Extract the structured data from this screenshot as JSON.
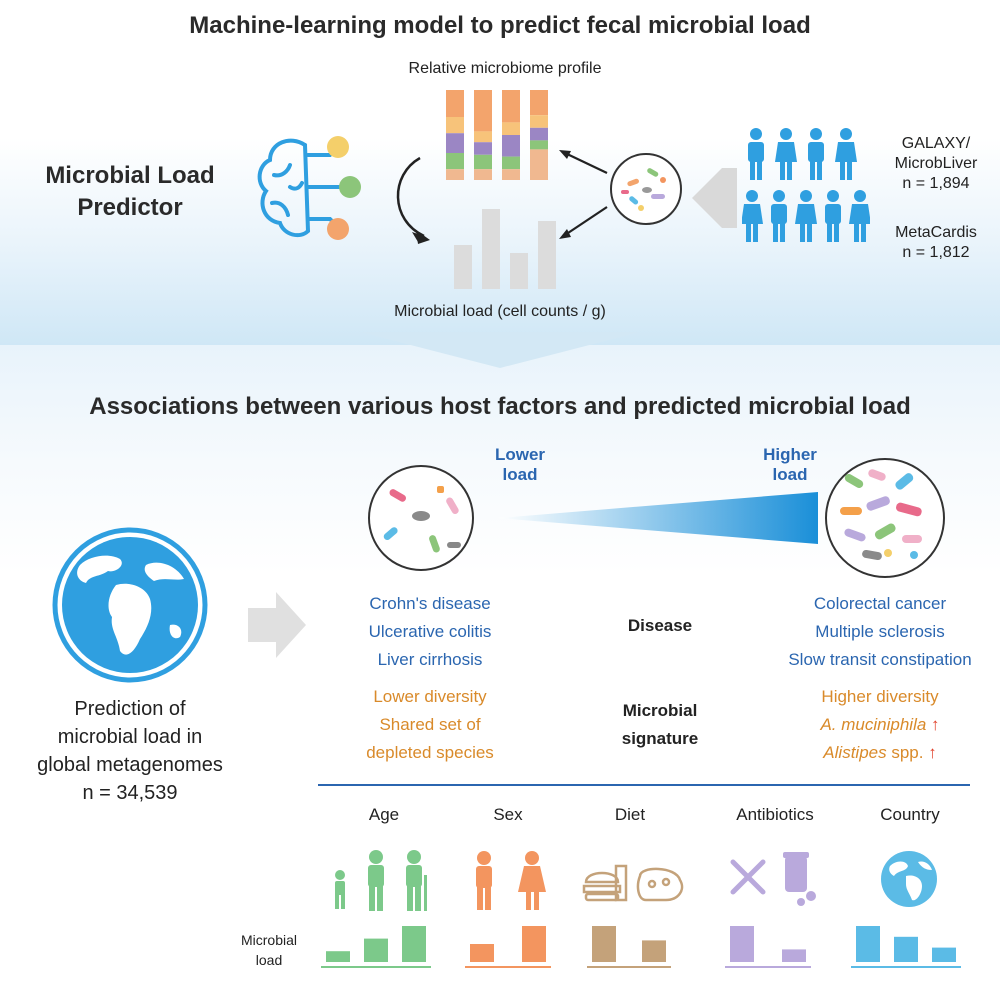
{
  "top": {
    "title": "Machine-learning model to predict fecal microbial load",
    "predictor_line1": "Microbial Load",
    "predictor_line2": "Predictor",
    "relative_profile_label": "Relative microbiome profile",
    "microbial_load_label": "Microbial load (cell counts / g)",
    "cohort1_line1": "GALAXY/",
    "cohort1_line2": "MicrobLiver",
    "cohort1_n": "n = 1,894",
    "cohort2_line1": "MetaCardis",
    "cohort2_n": "n = 1,812"
  },
  "bottom": {
    "title": "Associations between various host factors and predicted microbial load",
    "lower_load_line1": "Lower",
    "lower_load_line2": "load",
    "higher_load_line1": "Higher",
    "higher_load_line2": "load",
    "global_line1": "Prediction of",
    "global_line2": "microbial load in",
    "global_line3": "global metagenomes",
    "global_n": "n = 34,539",
    "disease_label": "Disease",
    "signature_line1": "Microbial",
    "signature_line2": "signature",
    "lower_diseases": [
      "Crohn's disease",
      "Ulcerative colitis",
      "Liver cirrhosis"
    ],
    "higher_diseases": [
      "Colorectal cancer",
      "Multiple sclerosis",
      "Slow transit constipation"
    ],
    "lower_signature": [
      "Lower diversity",
      "Shared set of",
      "depleted species"
    ],
    "higher_signature_1": "Higher diversity",
    "higher_signature_2_italic": "A. muciniphila",
    "higher_signature_3_italic": "Alistipes",
    "higher_signature_3_rest": " spp.",
    "factors": [
      "Age",
      "Sex",
      "Diet",
      "Antibiotics",
      "Country"
    ],
    "microbial_load_line1": "Microbial",
    "microbial_load_line2": "load"
  },
  "colors": {
    "blue_text": "#2b66b0",
    "orange_text": "#d98a2a",
    "person_blue": "#2f9fe0",
    "age_green": "#7cc98a",
    "sex_orange": "#f3955f",
    "diet_brown": "#c4a27a",
    "antibiotics_purple": "#b9a9dc",
    "country_blue": "#5bbbe6"
  },
  "relative_profile_bars": [
    {
      "segments": [
        0.3,
        0.18,
        0.22,
        0.18,
        0.12
      ]
    },
    {
      "segments": [
        0.46,
        0.12,
        0.14,
        0.16,
        0.12
      ]
    },
    {
      "segments": [
        0.36,
        0.14,
        0.24,
        0.14,
        0.12
      ]
    },
    {
      "segments": [
        0.28,
        0.14,
        0.14,
        0.1,
        0.34
      ]
    }
  ],
  "load_bars": [
    0.55,
    1.0,
    0.45,
    0.85
  ],
  "factor_bars": {
    "age": [
      0.3,
      0.65,
      1.0
    ],
    "sex": [
      0.5,
      1.0
    ],
    "diet": [
      1.0,
      0.6
    ],
    "antibiotics": [
      1.0,
      0.35
    ],
    "country": [
      1.0,
      0.7,
      0.4
    ]
  }
}
